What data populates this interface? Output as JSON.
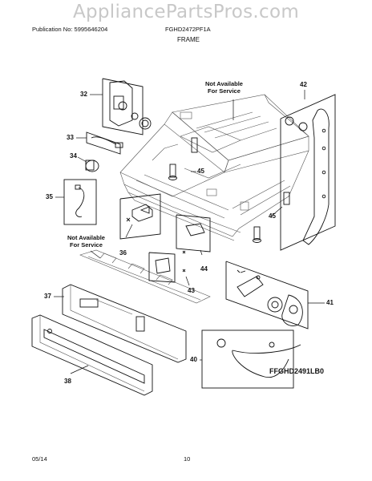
{
  "watermark": "AppliancePartsPros.com",
  "header": {
    "publication": "Publication No: 5995646204",
    "model": "FGHD2472PF1A",
    "section": "FRAME"
  },
  "notes": {
    "not_available_top_1": "Not Available",
    "not_available_top_2": "For Service",
    "not_available_left_1": "Not Available",
    "not_available_left_2": "For Service"
  },
  "callouts": {
    "c32": "32",
    "c33": "33",
    "c34": "34",
    "c35": "35",
    "c36": "36",
    "c37": "37",
    "c38": "38",
    "c40": "40",
    "c41": "41",
    "c42": "42",
    "c43": "43",
    "c44": "44",
    "c45a": "45",
    "c45b": "45"
  },
  "diagram_code": "FFGHD2491LB0",
  "footer": {
    "date": "05/14",
    "page": "10"
  }
}
